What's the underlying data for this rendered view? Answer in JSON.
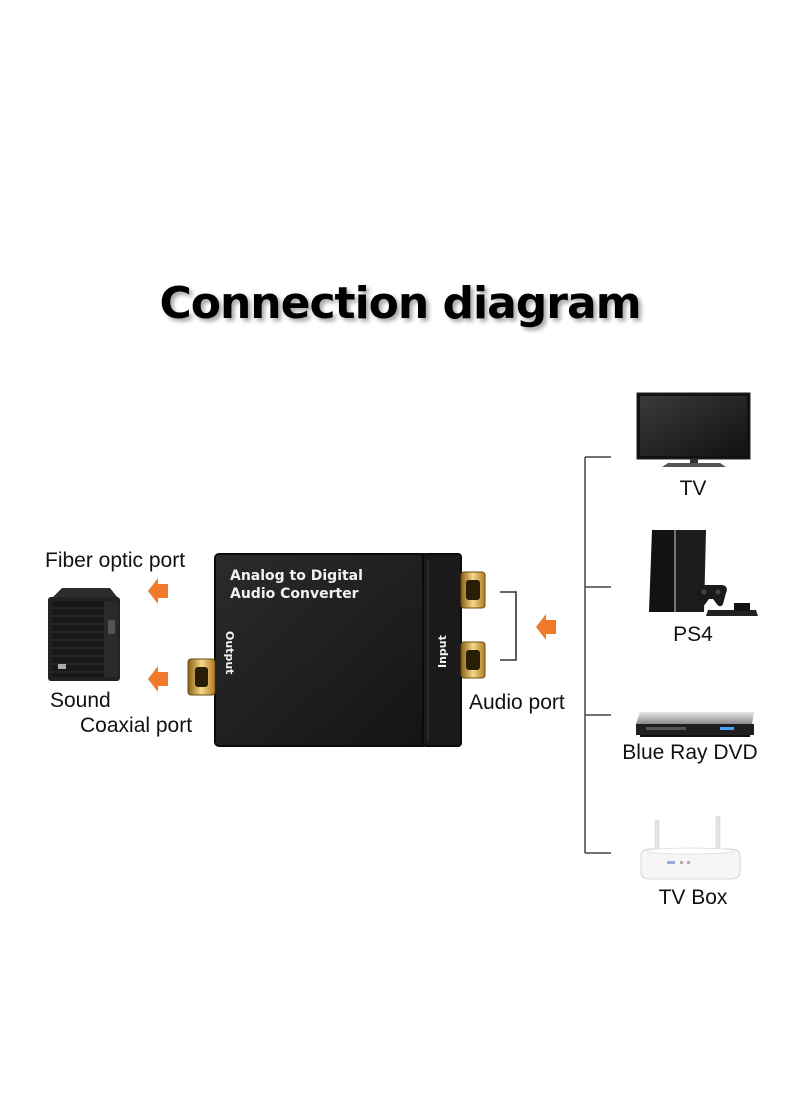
{
  "title": "Connection diagram",
  "converter": {
    "name_line1": "Analog to Digital",
    "name_line2": "Audio Converter",
    "output_label": "Output",
    "input_label": "Input"
  },
  "left_labels": {
    "fiber_optic_port": "Fiber optic port",
    "sound": "Sound",
    "coaxial_port": "Coaxial port"
  },
  "audio_port": "Audio port",
  "sources": [
    {
      "label": "TV",
      "icon": "tv-icon"
    },
    {
      "label": "PS4",
      "icon": "ps4-icon"
    },
    {
      "label": "Blue Ray DVD",
      "icon": "bluray-dvd-icon"
    },
    {
      "label": "TV Box",
      "icon": "tv-box-icon"
    }
  ],
  "colors": {
    "arrow": "#f07a2a",
    "device_body": "#1d1d1d",
    "gold": "#d8a83a"
  }
}
